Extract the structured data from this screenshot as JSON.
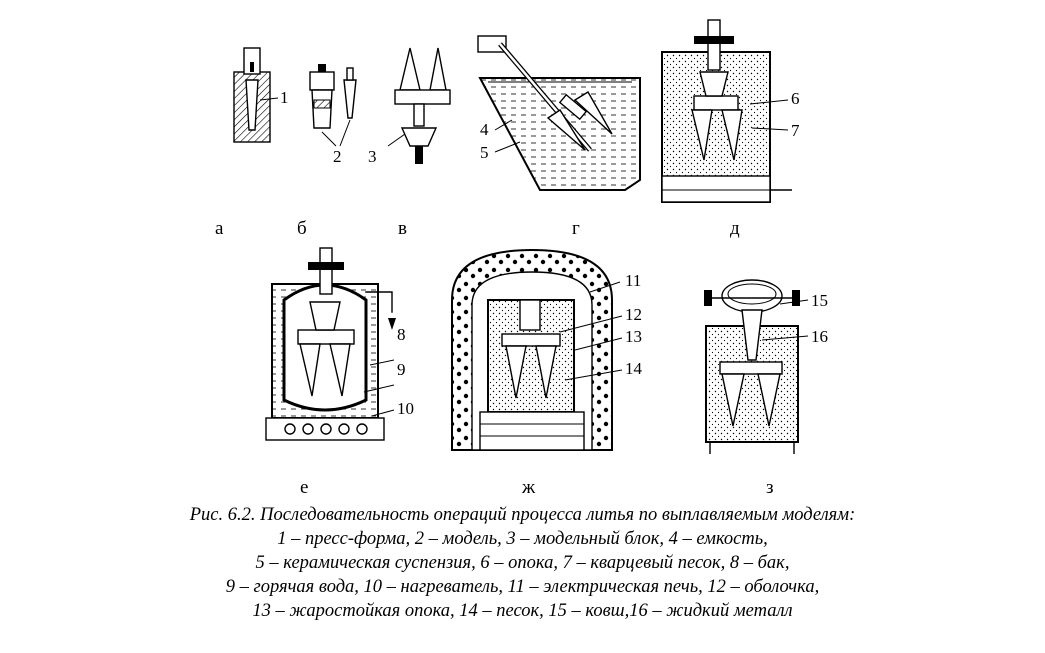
{
  "panels": {
    "a": {
      "letter": "а",
      "labels": [
        "1"
      ]
    },
    "b": {
      "letter": "б",
      "labels": [
        "2"
      ]
    },
    "v": {
      "letter": "в",
      "labels": [
        "3"
      ]
    },
    "g": {
      "letter": "г",
      "labels": [
        "4",
        "5"
      ]
    },
    "d": {
      "letter": "д",
      "labels": [
        "6",
        "7"
      ]
    },
    "e": {
      "letter": "е",
      "labels": [
        "8",
        "9",
        "10"
      ]
    },
    "zh": {
      "letter": "ж",
      "labels": [
        "11",
        "12",
        "13",
        "14"
      ]
    },
    "z": {
      "letter": "з",
      "labels": [
        "15",
        "16"
      ]
    }
  },
  "caption": {
    "line1": "Рис. 6.2. Последовательность операций процесса литья по выплавляемым моделям:",
    "line2": "1 – пресс-форма, 2 – модель, 3 – модельный блок, 4 – емкость,",
    "line3": "5 – керамическая суспензия, 6 – опока, 7 – кварцевый песок, 8 – бак,",
    "line4": "9 – горячая вода, 10 – нагреватель, 11 – электрическая печь, 12 – оболочка,",
    "line5": "13 – жаростойкая опока, 14 – песок, 15 – ковш,16 – жидкий металл"
  }
}
